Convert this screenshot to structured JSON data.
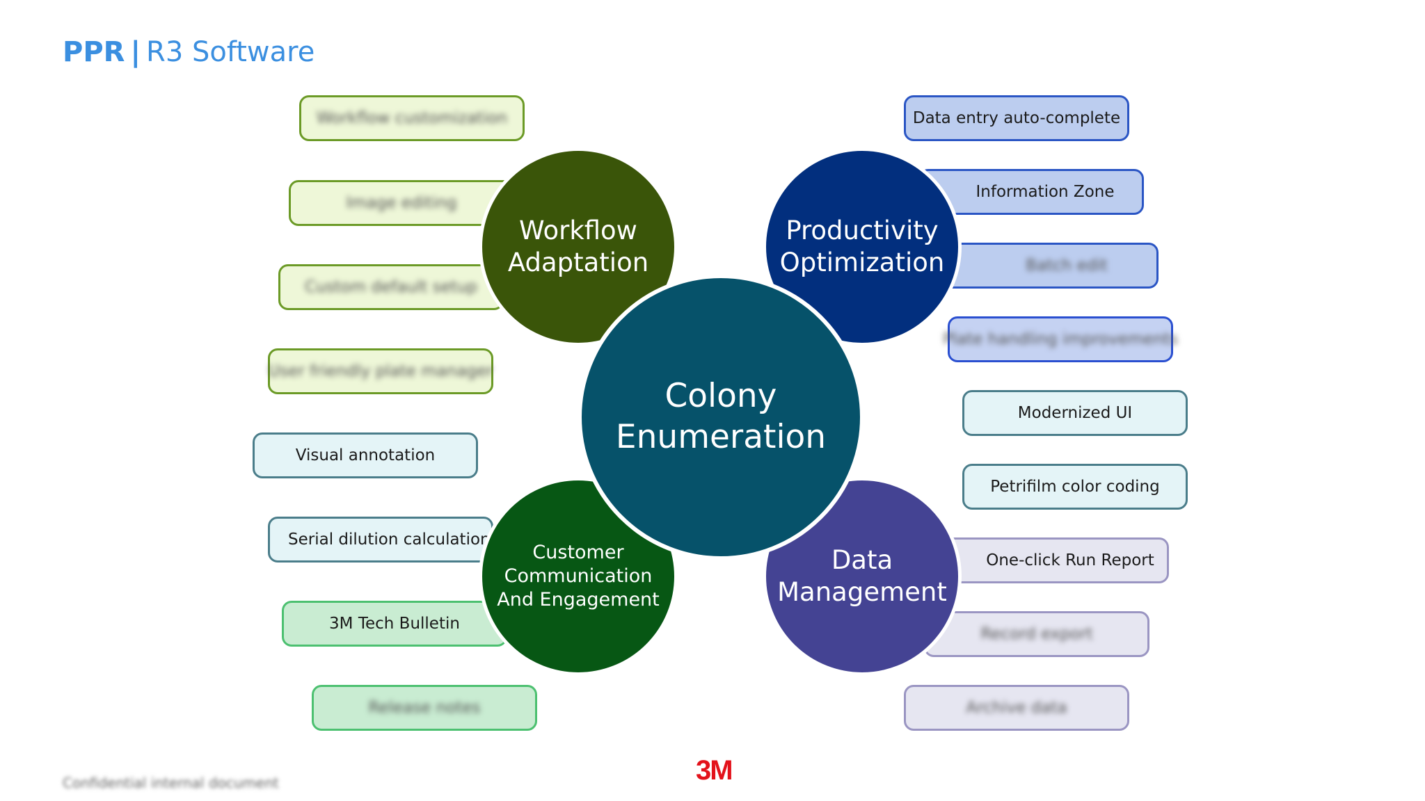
{
  "header": {
    "brand": "PPR",
    "separator": "|",
    "subtitle": "R3 Software"
  },
  "center": {
    "title": "Colony\nEnumeration",
    "color": "#06526a"
  },
  "hubs": {
    "workflow": {
      "title": "Workflow\nAdaptation",
      "color": "#3a5509"
    },
    "productivity": {
      "title": "Productivity\nOptimization",
      "color": "#022f7e"
    },
    "customer": {
      "title": "Customer\nCommunication\nAnd Engagement",
      "color": "#075714"
    },
    "data": {
      "title": "Data\nManagement",
      "color": "#444393"
    }
  },
  "left_items": [
    {
      "label": "Workflow customization",
      "blurred": true
    },
    {
      "label": "Image editing",
      "blurred": true
    },
    {
      "label": "Custom default setup",
      "blurred": true
    },
    {
      "label": "User friendly plate manager",
      "blurred": true
    },
    {
      "label": "Visual annotation",
      "blurred": false
    },
    {
      "label": "Serial dilution calculation",
      "blurred": false
    },
    {
      "label": "3M Tech Bulletin",
      "blurred": false
    },
    {
      "label": "Release notes",
      "blurred": true
    }
  ],
  "right_items": [
    {
      "label": "Data entry auto-complete",
      "blurred": false
    },
    {
      "label": "Information Zone",
      "blurred": false
    },
    {
      "label": "Batch edit",
      "blurred": true
    },
    {
      "label": "Plate handling improvements",
      "blurred": true
    },
    {
      "label": "Modernized UI",
      "blurred": false
    },
    {
      "label": "Petrifilm color coding",
      "blurred": false
    },
    {
      "label": "One-click Run Report",
      "blurred": false
    },
    {
      "label": "Record export",
      "blurred": true
    },
    {
      "label": "Archive data",
      "blurred": true
    }
  ],
  "footer": {
    "note": "Confidential internal document",
    "logo": "3M"
  }
}
